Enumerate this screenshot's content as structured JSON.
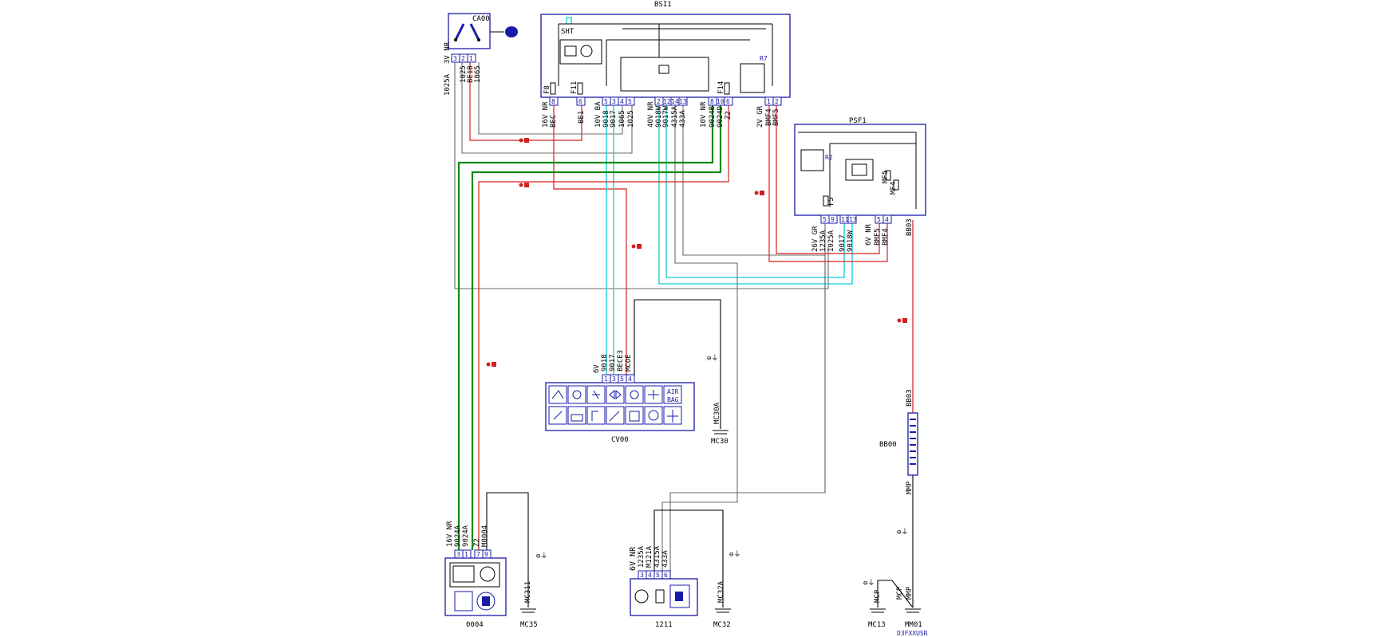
{
  "components": {
    "bsi1": "BSI1",
    "psf1": "PSF1",
    "ca00": "CA00",
    "cv00": "CV00",
    "bb00": "BB00",
    "c0004": "0004",
    "c1211": "1211",
    "sht": "SHT",
    "r7": "R7",
    "r2": "R2"
  },
  "fuses": {
    "f8": "F8",
    "f11": "F11",
    "f14": "F14",
    "f5": "F5",
    "mf5": "MF5",
    "mf4": "MF4"
  },
  "grounds": {
    "mc30": "MC30",
    "mc30a": "MC30A",
    "mc35": "MC35",
    "mc311": "MC311",
    "mc32": "MC32",
    "mc32a": "MC32A",
    "mc13": "MC13",
    "mm01": "MM01",
    "mcp": "MCP",
    "mmp": "MMP"
  },
  "connectors": {
    "ca00_conn": "3V NR",
    "bsi_left": "16V NR",
    "bsi_mid": "10V BA",
    "bsi_40v": "40V NR",
    "bsi_10vnr": "10V NR",
    "bsi_2vgr": "2V GR",
    "psf1_26v": "26V GR",
    "psf1_6v": "6V NR",
    "cv00_6v": "6V",
    "c0004_16v": "16V NR",
    "c1211_6v": "6V NR"
  },
  "wires": {
    "w1025a": "1025A",
    "w1025": "1025",
    "be1b": "BE1B",
    "w1065": "1065",
    "bec": "BEC",
    "be1": "BE1",
    "w9018": "9018",
    "w9017": "9017",
    "w9018w": "9018W",
    "w9017w": "9017W",
    "w4315a": "4315A",
    "w433a": "433A",
    "w9024b": "9024B",
    "w9024d": "9024D",
    "z2": "Z2",
    "bmf4": "BMF4",
    "bmf5": "BMF5",
    "w1235a": "1235A",
    "w9017p": "9017",
    "w9018p": "9018W",
    "bb03": "BB03",
    "mmp": "MMP",
    "bmf5b": "BMF5",
    "bmf4b": "BMF4",
    "bece3": "BECE3",
    "mcoe": "MCOE",
    "w9024a": "9024A",
    "w9024": "9024A",
    "z2b": "Z2",
    "m0004": "M0004",
    "w1235ab": "1235A",
    "m121a": "M121A",
    "w4315ab": "4315A",
    "w433ab": "433A"
  },
  "cv00_icons": {
    "airbag_top": "AIR",
    "airbag_bottom": "BAG"
  },
  "pins": {
    "ca00": [
      "3",
      "2",
      "1"
    ],
    "bsi": [
      "8",
      "",
      "",
      "6",
      "5",
      "3",
      "4",
      "5",
      "2",
      "12",
      "14",
      "13",
      "8",
      "10",
      "6",
      "1",
      "2"
    ],
    "psf1": [
      "5",
      "9",
      "11",
      "13",
      "5",
      "4"
    ],
    "cv00": [
      "1",
      "3",
      "5",
      "4"
    ],
    "c0004": [
      "3",
      "1",
      "7",
      "9"
    ],
    "c1211": [
      "3",
      "4",
      "5",
      "6"
    ]
  },
  "watermark": "D3FXXUSR",
  "colors": {
    "box": "#1a1aa8",
    "red": "#d42020",
    "green": "#118a11",
    "cyan": "#33d6dc",
    "gray": "#6b6b6b"
  }
}
